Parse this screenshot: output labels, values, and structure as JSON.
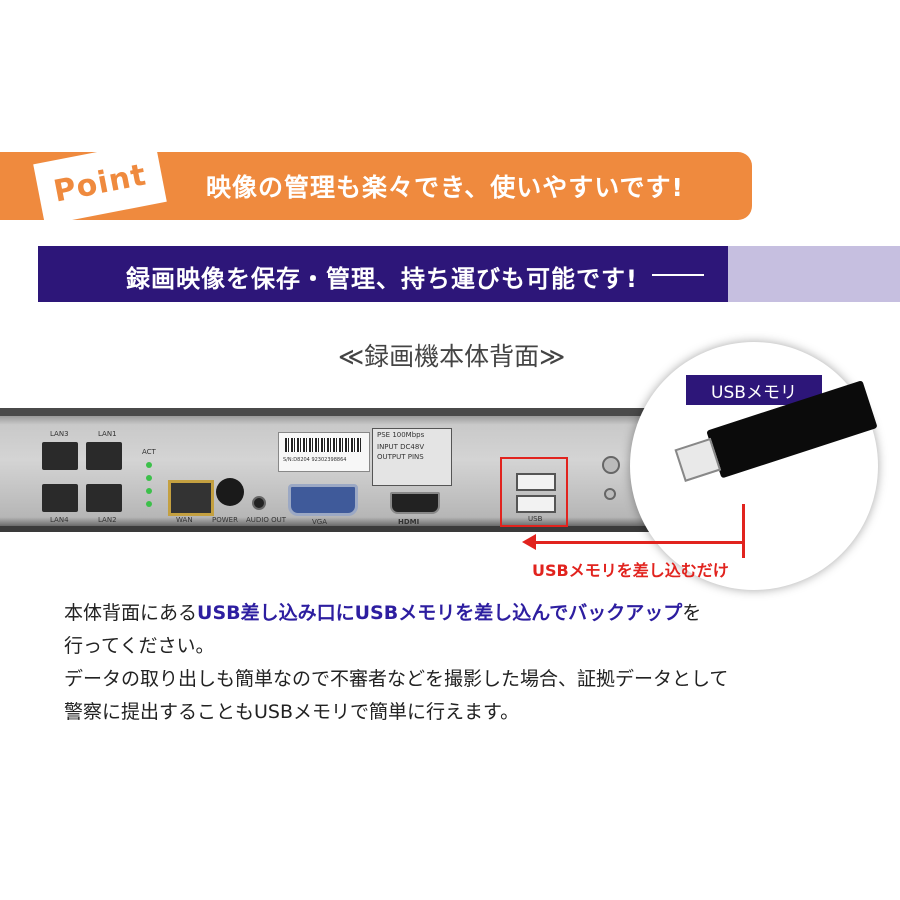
{
  "point": {
    "badge": "Point",
    "title": "映像の管理も楽々でき、使いやすいです!"
  },
  "section": {
    "title": "録画映像を保存・管理、持ち運びも可能です!",
    "dash": "—"
  },
  "rear_label": "≪録画機本体背面≫",
  "device_labels": {
    "lan3": "LAN3",
    "lan1": "LAN1",
    "lan4": "LAN4",
    "lan2": "LAN2",
    "act": "ACT",
    "wan": "WAN",
    "power": "POWER",
    "audio_out": "AUDIO OUT",
    "vga": "VGA",
    "hdmi": "HDMI",
    "usb": "USB",
    "poe": "PSE 100Mbps",
    "input": "INPUT DC48V",
    "output": "OUTPUT PINS",
    "serial": "S/N:D8204 92302398864"
  },
  "usb_tag": "USBメモリ",
  "callout": "USBメモリを差し込むだけ",
  "body": {
    "line1_pre": "本体背面にある",
    "line1_hl": "USB差し込み口にUSBメモリを差し込んでバックアップ",
    "line1_post": "を",
    "line2": "行ってください。",
    "line3": "データの取り出しも簡単なので不審者などを撮影した場合、証拠データとして",
    "line4": "警察に提出することもUSBメモリで簡単に行えます。"
  },
  "colors": {
    "orange": "#ef8a3e",
    "purple": "#2d1679",
    "lavender": "#c6bfe0",
    "red": "#e1231e"
  }
}
